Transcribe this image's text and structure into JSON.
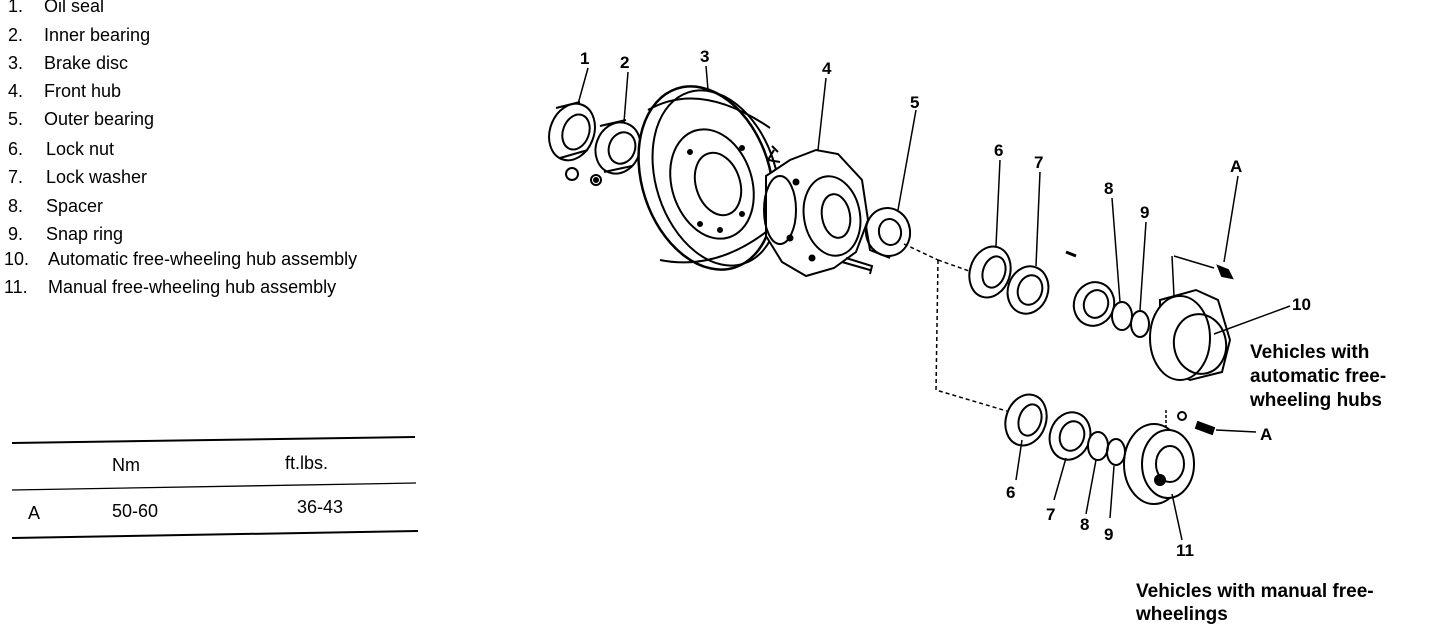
{
  "legend": [
    {
      "num": "1.",
      "label": "Oil seal"
    },
    {
      "num": "2.",
      "label": "Inner bearing"
    },
    {
      "num": "3.",
      "label": "Brake disc"
    },
    {
      "num": "4.",
      "label": "Front hub"
    },
    {
      "num": "5.",
      "label": "Outer bearing"
    },
    {
      "num": "6.",
      "label": "Lock nut"
    },
    {
      "num": "7.",
      "label": "Lock washer"
    },
    {
      "num": "8.",
      "label": "Spacer"
    },
    {
      "num": "9.",
      "label": "Snap ring"
    },
    {
      "num": "10.",
      "label": "Automatic free-wheeling hub assembly"
    },
    {
      "num": "11.",
      "label": "Manual free-wheeling hub assembly"
    }
  ],
  "torque_table": {
    "headers": [
      "",
      "Nm",
      "ft.lbs."
    ],
    "rows": [
      [
        "A",
        "50-60",
        "36-43"
      ]
    ]
  },
  "callouts": {
    "c1": "1",
    "c2": "2",
    "c3": "3",
    "c4": "4",
    "c5": "5",
    "c6_auto": "6",
    "c7_auto": "7",
    "c8_auto": "8",
    "c9_auto": "9",
    "c10": "10",
    "cA_auto": "A",
    "cA_manual": "A",
    "c6_man": "6",
    "c7_man": "7",
    "c8_man": "8",
    "c9_man": "9",
    "c11": "11"
  },
  "captions": {
    "auto": [
      "Vehicles with",
      "automatic free-",
      "wheeling hubs"
    ],
    "manual": [
      "Vehicles with manual free-",
      "wheelings"
    ]
  }
}
